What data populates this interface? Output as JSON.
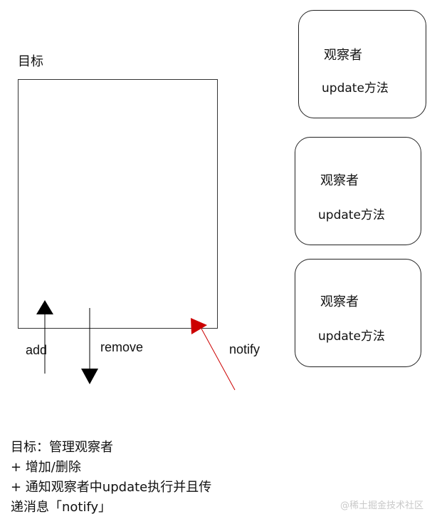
{
  "subject": {
    "title": "目标"
  },
  "observers": [
    {
      "name": "观察者",
      "method": "update方法"
    },
    {
      "name": "观察者",
      "method": "update方法"
    },
    {
      "name": "观察者",
      "method": "update方法"
    }
  ],
  "arrows": {
    "add": "add",
    "remove": "remove",
    "notify": "notify"
  },
  "notes": [
    "目标：管理观察者",
    "+ 增加/删除",
    "+ 通知观察者中update执行并且传",
    "递消息「notify」"
  ],
  "watermark": "@稀土掘金技术社区",
  "colors": {
    "notify_arrow": "#cc0000",
    "arrows": "#000000",
    "border": "#333333"
  }
}
